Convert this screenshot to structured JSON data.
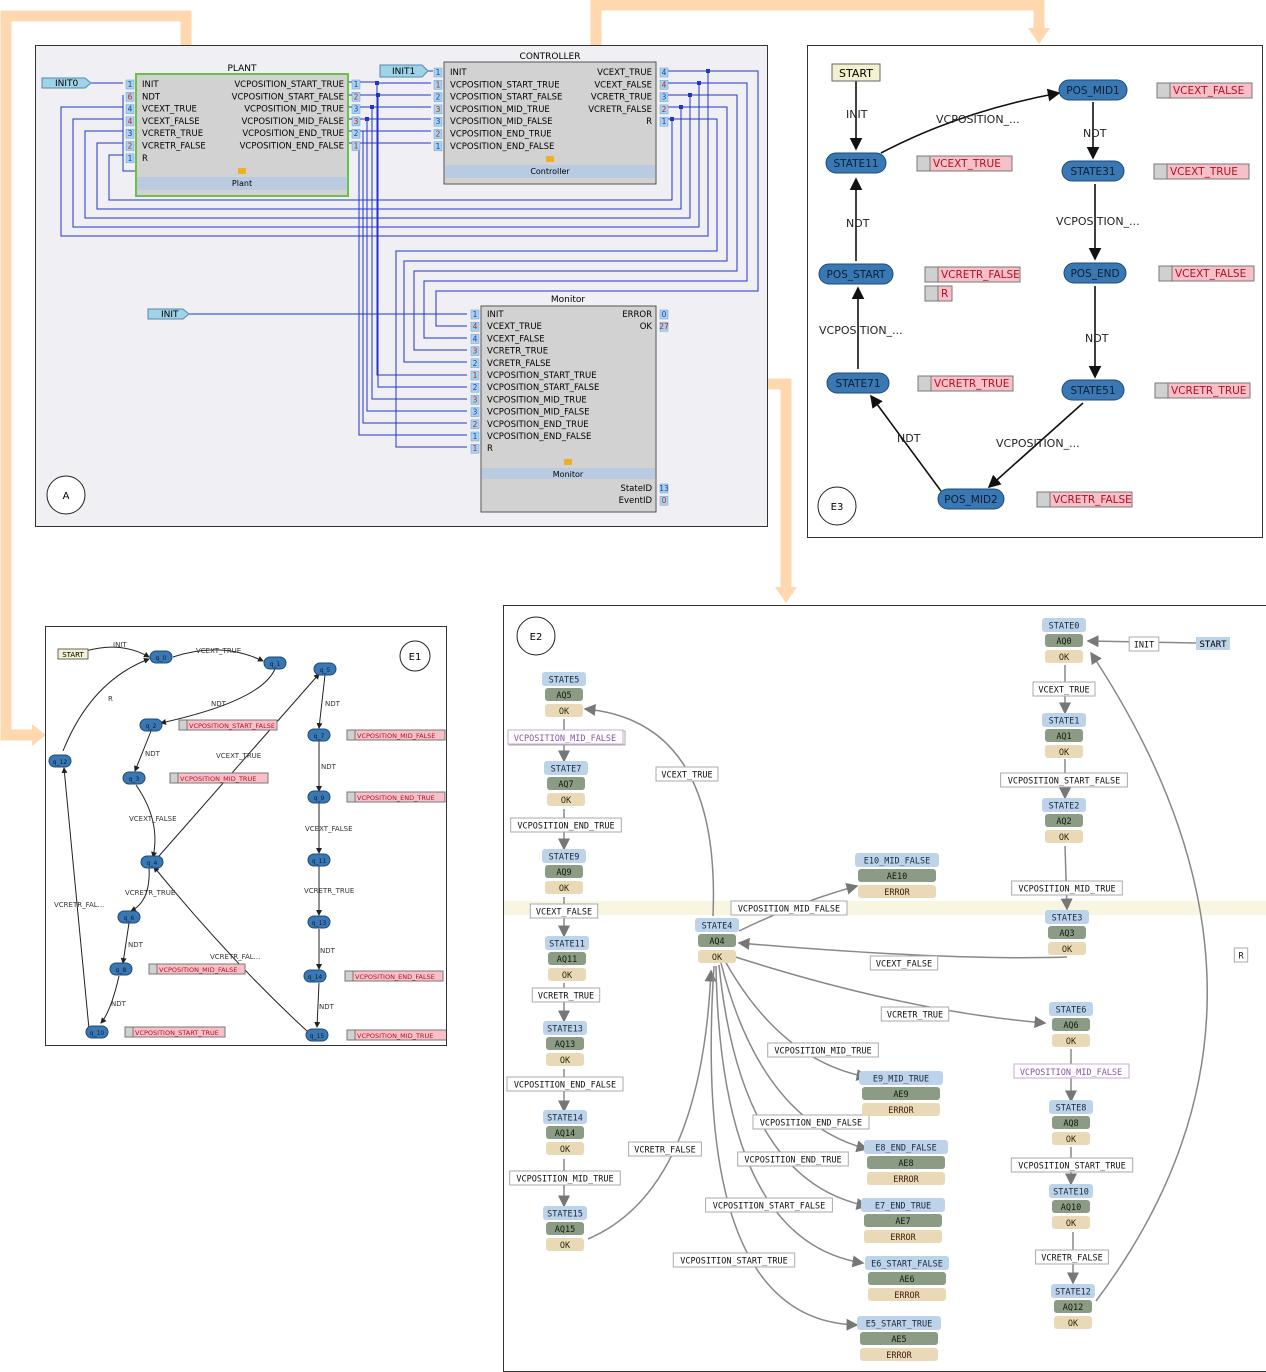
{
  "panel_labels": {
    "a": "A",
    "e1": "E1",
    "e2": "E2",
    "e3": "E3"
  },
  "plant": {
    "title": "PLANT",
    "footer": "Plant",
    "inputs": [
      {
        "num": "1",
        "label": "INIT"
      },
      {
        "num": "6",
        "label": "NDT"
      },
      {
        "num": "4",
        "label": "VCEXT_TRUE"
      },
      {
        "num": "4",
        "label": "VCEXT_FALSE"
      },
      {
        "num": "3",
        "label": "VCRETR_TRUE"
      },
      {
        "num": "2",
        "label": "VCRETR_FALSE"
      },
      {
        "num": "1",
        "label": "R"
      }
    ],
    "outputs": [
      {
        "num": "1",
        "label": "VCPOSITION_START_TRUE"
      },
      {
        "num": "2",
        "label": "VCPOSITION_START_FALSE"
      },
      {
        "num": "3",
        "label": "VCPOSITION_MID_TRUE"
      },
      {
        "num": "3",
        "label": "VCPOSITION_MID_FALSE"
      },
      {
        "num": "2",
        "label": "VCPOSITION_END_TRUE"
      },
      {
        "num": "1",
        "label": "VCPOSITION_END_FALSE"
      }
    ]
  },
  "controller": {
    "title": "CONTROLLER",
    "footer": "Controller",
    "inputs": [
      {
        "num": "1",
        "label": "INIT"
      },
      {
        "num": "1",
        "label": "VCPOSITION_START_TRUE"
      },
      {
        "num": "2",
        "label": "VCPOSITION_START_FALSE"
      },
      {
        "num": "3",
        "label": "VCPOSITION_MID_TRUE"
      },
      {
        "num": "3",
        "label": "VCPOSITION_MID_FALSE"
      },
      {
        "num": "2",
        "label": "VCPOSITION_END_TRUE"
      },
      {
        "num": "1",
        "label": "VCPOSITION_END_FALSE"
      }
    ],
    "outputs": [
      {
        "num": "4",
        "label": "VCEXT_TRUE"
      },
      {
        "num": "4",
        "label": "VCEXT_FALSE"
      },
      {
        "num": "3",
        "label": "VCRETR_TRUE"
      },
      {
        "num": "2",
        "label": "VCRETR_FALSE"
      },
      {
        "num": "1",
        "label": "R"
      }
    ]
  },
  "monitor": {
    "title": "Monitor",
    "footer": "Monitor",
    "inputs": [
      {
        "num": "1",
        "label": "INIT"
      },
      {
        "num": "4",
        "label": "VCEXT_TRUE"
      },
      {
        "num": "4",
        "label": "VCEXT_FALSE"
      },
      {
        "num": "3",
        "label": "VCRETR_TRUE"
      },
      {
        "num": "2",
        "label": "VCRETR_FALSE"
      },
      {
        "num": "1",
        "label": "VCPOSITION_START_TRUE"
      },
      {
        "num": "2",
        "label": "VCPOSITION_START_FALSE"
      },
      {
        "num": "3",
        "label": "VCPOSITION_MID_TRUE"
      },
      {
        "num": "3",
        "label": "VCPOSITION_MID_FALSE"
      },
      {
        "num": "2",
        "label": "VCPOSITION_END_TRUE"
      },
      {
        "num": "1",
        "label": "VCPOSITION_END_FALSE"
      },
      {
        "num": "1",
        "label": "R"
      }
    ],
    "outputs": [
      {
        "num": "0",
        "label": "ERROR"
      },
      {
        "num": "27",
        "label": "OK"
      }
    ],
    "bottom_outputs": [
      {
        "num": "13",
        "label": "StateID"
      },
      {
        "num": "0",
        "label": "EventID"
      }
    ]
  },
  "a_init_tags": [
    "INIT0",
    "INIT1",
    "INIT"
  ],
  "e3": {
    "start": "START",
    "nodes": [
      {
        "name": "STATE11",
        "output": "VCEXT_TRUE"
      },
      {
        "name": "POS_MID1",
        "output": "VCEXT_FALSE"
      },
      {
        "name": "STATE31",
        "output": "VCEXT_TRUE"
      },
      {
        "name": "POS_START",
        "output": "VCRETR_FALSE",
        "extra": "R"
      },
      {
        "name": "POS_END",
        "output": "VCEXT_FALSE"
      },
      {
        "name": "STATE71",
        "output": "VCRETR_TRUE"
      },
      {
        "name": "STATE51",
        "output": "VCRETR_TRUE"
      },
      {
        "name": "POS_MID2",
        "output": "VCRETR_FALSE"
      }
    ],
    "edges": [
      "INIT",
      "VCPOSITION_...",
      "NDT",
      "NDT",
      "VCPOSITION_...",
      "VCPOSITION_...",
      "NDT",
      "NDT",
      "VCPOSITION_..."
    ]
  },
  "e1": {
    "start": "START",
    "nodes": [
      "q_0",
      "q_1",
      "q_2",
      "q_3",
      "q_4",
      "q_5",
      "q_6",
      "q_7",
      "q_8",
      "q_9",
      "q_10",
      "q_11",
      "q_12",
      "q_13",
      "q_14",
      "q_15"
    ],
    "outputs": [
      "VCPOSITION_START_FALSE",
      "VCPOSITION_MID_TRUE",
      "VCPOSITION_MID_FALSE",
      "VCPOSITION_START_TRUE",
      "VCPOSITION_MID_FALSE",
      "VCPOSITION_END_TRUE",
      "VCPOSITION_END_FALSE",
      "VCPOSITION_MID_TRUE"
    ],
    "edges": [
      "INIT",
      "VCEXT_TRUE",
      "NDT",
      "R",
      "NDT",
      "VCEXT_TRUE",
      "VCEXT_FALSE",
      "NDT",
      "VCRETR_TRUE",
      "NDT",
      "NDT",
      "VCEXT_FALSE",
      "VCRETR_TRUE",
      "NDT",
      "VCRETR_FAL...",
      "VCRETR_FAL...",
      "NDT",
      "NDT"
    ]
  },
  "e2": {
    "start": "START",
    "states": [
      {
        "name": "STATE0",
        "aq": "AQ0",
        "out": "OK"
      },
      {
        "name": "STATE1",
        "aq": "AQ1",
        "out": "OK"
      },
      {
        "name": "STATE2",
        "aq": "AQ2",
        "out": "OK"
      },
      {
        "name": "STATE3",
        "aq": "AQ3",
        "out": "OK"
      },
      {
        "name": "STATE4",
        "aq": "AQ4",
        "out": "OK"
      },
      {
        "name": "STATE5",
        "aq": "AQ5",
        "out": "OK"
      },
      {
        "name": "STATE6",
        "aq": "AQ6",
        "out": "OK"
      },
      {
        "name": "STATE7",
        "aq": "AQ7",
        "out": "OK"
      },
      {
        "name": "STATE8",
        "aq": "AQ8",
        "out": "OK"
      },
      {
        "name": "STATE9",
        "aq": "AQ9",
        "out": "OK"
      },
      {
        "name": "STATE10",
        "aq": "AQ10",
        "out": "OK"
      },
      {
        "name": "STATE11",
        "aq": "AQ11",
        "out": "OK"
      },
      {
        "name": "STATE12",
        "aq": "AQ12",
        "out": "OK"
      },
      {
        "name": "STATE13",
        "aq": "AQ13",
        "out": "OK"
      },
      {
        "name": "STATE14",
        "aq": "AQ14",
        "out": "OK"
      },
      {
        "name": "STATE15",
        "aq": "AQ15",
        "out": "OK"
      }
    ],
    "errors": [
      {
        "name": "E10_MID_FALSE",
        "aq": "AE10",
        "out": "ERROR"
      },
      {
        "name": "E9_MID_TRUE",
        "aq": "AE9",
        "out": "ERROR"
      },
      {
        "name": "E8_END_FALSE",
        "aq": "AE8",
        "out": "ERROR"
      },
      {
        "name": "E7_END_TRUE",
        "aq": "AE7",
        "out": "ERROR"
      },
      {
        "name": "E6_START_FALSE",
        "aq": "AE6",
        "out": "ERROR"
      },
      {
        "name": "E5_START_TRUE",
        "aq": "AE5",
        "out": "ERROR"
      }
    ],
    "edge_labels": [
      "INIT",
      "VCEXT_TRUE",
      "VCPOSITION_START_FALSE",
      "VCPOSITION_MID_TRUE",
      "VCEXT_FALSE",
      "VCRETR_TRUE",
      "VCPOSITION_MID_FALSE",
      "VCPOSITION_START_TRUE",
      "VCRETR_FALSE",
      "R",
      "VCEXT_TRUE",
      "VCPOSITION_MID_FALSE",
      "VCPOSITION_END_TRUE",
      "VCEXT_FALSE",
      "VCRETR_TRUE",
      "VCPOSITION_END_FALSE",
      "VCPOSITION_MID_TRUE",
      "VCRETR_FALSE",
      "VCPOSITION_MID_FALSE",
      "VCPOSITION_MID_TRUE",
      "VCPOSITION_END_FALSE",
      "VCPOSITION_END_TRUE",
      "VCPOSITION_START_FALSE",
      "VCPOSITION_START_TRUE"
    ]
  },
  "colors": {
    "flow_arrow": "#ffd8b0",
    "node_blue": "#3a78b4",
    "output_pink": "#f7c0c8",
    "wire_blue": "#2233cc",
    "state_light": "#bcd3ea",
    "aq_green": "#8c9c84",
    "ok_tan": "#ead9b7"
  }
}
